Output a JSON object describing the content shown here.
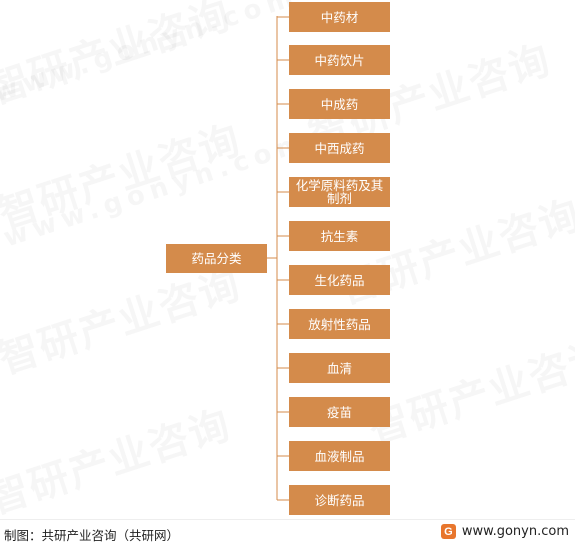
{
  "colors": {
    "node_fill": "#d48b4b",
    "node_text": "#ffffff",
    "connector": "#d48b4b"
  },
  "watermark": {
    "cn": "智研产业咨询",
    "en": "www.gonyn.com"
  },
  "root": {
    "label": "药品分类"
  },
  "children": [
    {
      "label": "中药材"
    },
    {
      "label": "中药饮片"
    },
    {
      "label": "中成药"
    },
    {
      "label": "中西成药"
    },
    {
      "label": "化学原料药及其制剂"
    },
    {
      "label": "抗生素"
    },
    {
      "label": "生化药品"
    },
    {
      "label": "放射性药品"
    },
    {
      "label": "血清"
    },
    {
      "label": "疫苗"
    },
    {
      "label": "血液制品"
    },
    {
      "label": "诊断药品"
    }
  ],
  "footer": {
    "source": "制图：共研产业咨询（共研网）",
    "logo_icon": "gonyn-logo-icon",
    "site": "www.gonyn.com"
  }
}
